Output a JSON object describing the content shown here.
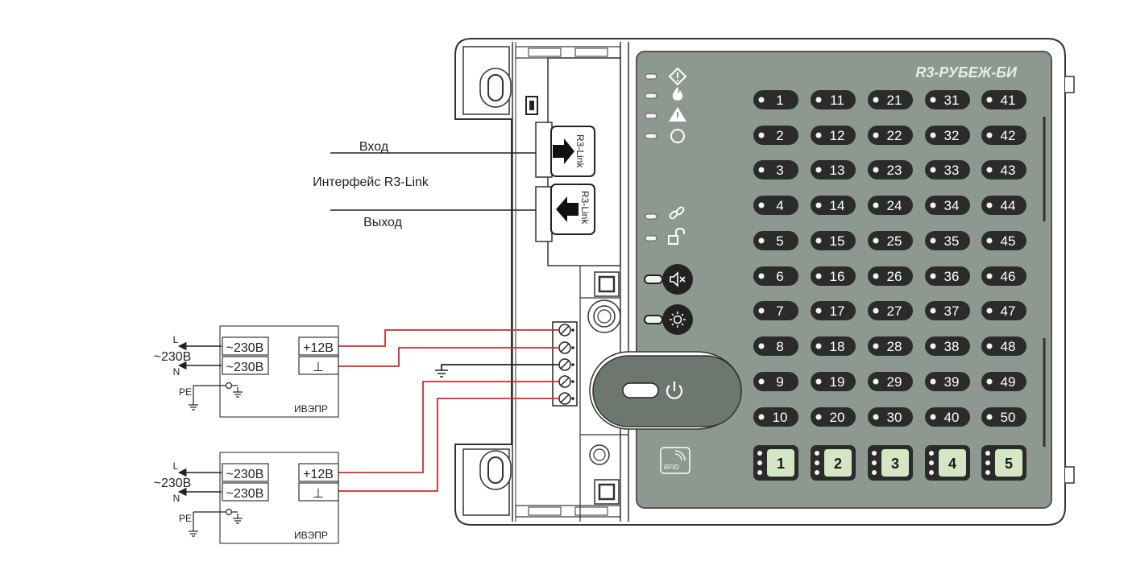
{
  "device": {
    "title": "R3-РУБЕЖ-БИ",
    "rfid_label": "RFID",
    "zones": [
      "1",
      "2",
      "3",
      "4",
      "5",
      "6",
      "7",
      "8",
      "9",
      "10",
      "11",
      "12",
      "13",
      "14",
      "15",
      "16",
      "17",
      "18",
      "19",
      "20",
      "21",
      "22",
      "23",
      "24",
      "25",
      "26",
      "27",
      "28",
      "29",
      "30",
      "31",
      "32",
      "33",
      "34",
      "35",
      "36",
      "37",
      "38",
      "39",
      "40",
      "41",
      "42",
      "43",
      "44",
      "45",
      "46",
      "47",
      "48",
      "49",
      "50"
    ],
    "buttons": [
      "1",
      "2",
      "3",
      "4",
      "5"
    ],
    "status_icons": [
      "fault-diamond-icon",
      "fire-icon",
      "warning-icon",
      "circle-icon",
      "link-icon",
      "unlock-icon"
    ],
    "controls": [
      "sound-mute-icon",
      "brightness-icon",
      "power-icon"
    ]
  },
  "connectors": {
    "input_connector": "R3-Link",
    "output_connector": "R3-Link"
  },
  "labels": {
    "input": "Вход",
    "interface": "Интерфейс R3-Link",
    "output": "Выход"
  },
  "psu": [
    {
      "name": "ИВЭПР",
      "in1": "~230В",
      "in2": "~230В",
      "out_plus": "+12В",
      "out_minus": "⊥",
      "mains": "~230В",
      "line_l": "L",
      "line_n": "N",
      "pe": "PE"
    },
    {
      "name": "ИВЭПР",
      "in1": "~230В",
      "in2": "~230В",
      "out_plus": "+12В",
      "out_minus": "⊥",
      "mains": "~230В",
      "line_l": "L",
      "line_n": "N",
      "pe": "PE"
    }
  ],
  "colors": {
    "panel": "#8c9890",
    "panel_border": "#555555",
    "pill": "#2b2b2b",
    "button_face": "#d4e6c4",
    "wire_red": "#d7262e",
    "wire_black": "#222222",
    "title": "#e8eee8"
  }
}
